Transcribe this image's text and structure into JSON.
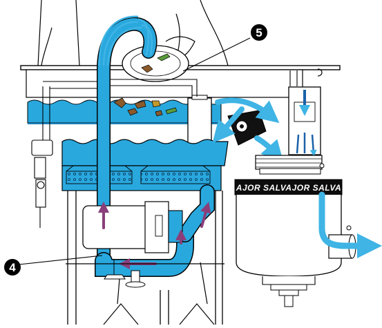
{
  "callouts": [
    {
      "number": "5"
    },
    {
      "number": "4"
    }
  ],
  "brand_band": {
    "text": "AJOR  SALVAJOR  SALVA"
  },
  "colors": {
    "water": "#29a8de",
    "water_dark": "#1b7fb6",
    "flow_arrow": "#3fb4e5",
    "flow_arrow_dark": "#1b61a8",
    "motor_arrow": "#8a3f7a",
    "outline": "#000000",
    "band": "#0d0d0d"
  }
}
